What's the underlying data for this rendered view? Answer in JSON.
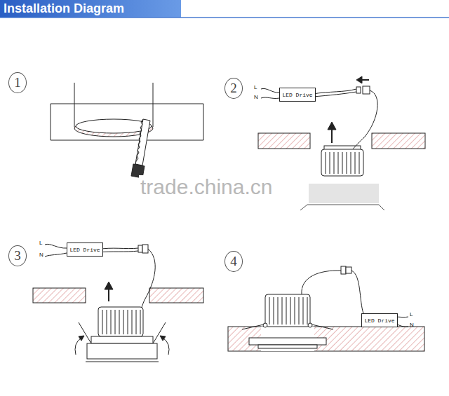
{
  "diagram": {
    "title": "Installation Diagram",
    "nodes": [
      {
        "text": [
          "LED Drive"
        ]
      },
      {
        "text": [
          "LED Drive"
        ]
      },
      {
        "text": [
          "LED Drive"
        ]
      }
    ],
    "labels": [
      "1",
      "2",
      "L",
      "N",
      "trade.china.cn",
      "3",
      "L",
      "N",
      "4",
      "L",
      "N"
    ]
  }
}
